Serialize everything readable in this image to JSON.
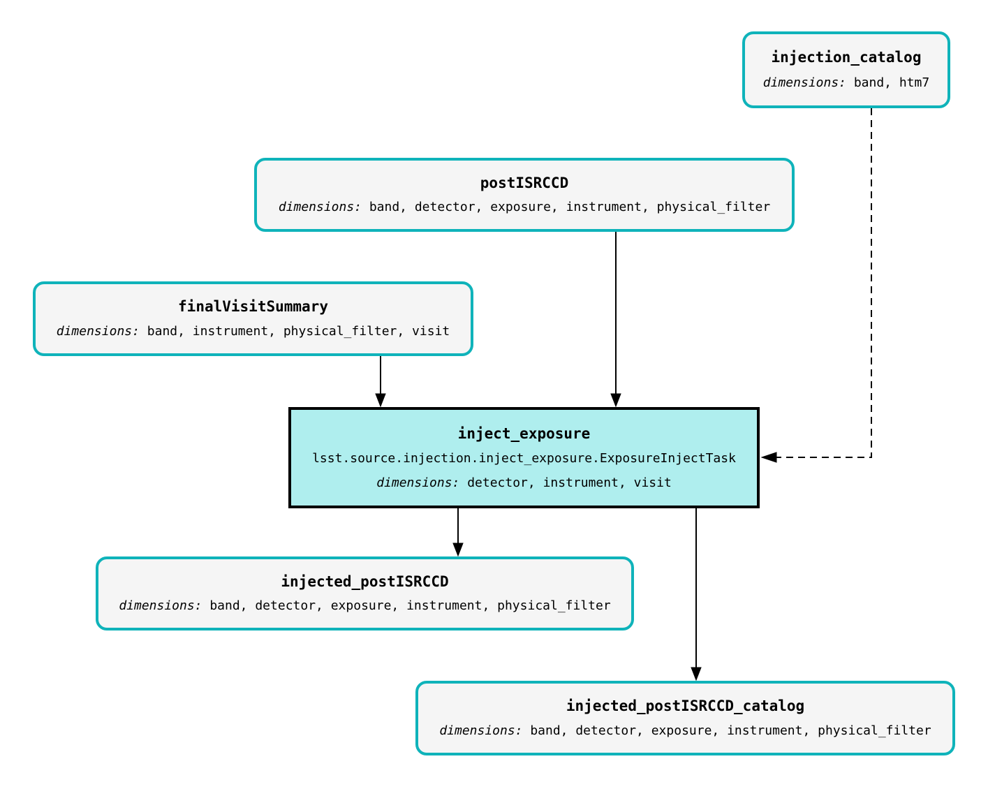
{
  "diagram_type": "pipeline-task-graph",
  "nodes": {
    "injection_catalog": {
      "title": "injection_catalog",
      "dimensions_label": "dimensions:",
      "dimensions": "band, htm7"
    },
    "postISRCCD": {
      "title": "postISRCCD",
      "dimensions_label": "dimensions:",
      "dimensions": "band, detector, exposure, instrument, physical_filter"
    },
    "finalVisitSummary": {
      "title": "finalVisitSummary",
      "dimensions_label": "dimensions:",
      "dimensions": "band, instrument, physical_filter, visit"
    },
    "inject_exposure": {
      "title": "inject_exposure",
      "task_class": "lsst.source.injection.inject_exposure.ExposureInjectTask",
      "dimensions_label": "dimensions:",
      "dimensions": "detector, instrument, visit"
    },
    "injected_postISRCCD": {
      "title": "injected_postISRCCD",
      "dimensions_label": "dimensions:",
      "dimensions": "band, detector, exposure, instrument, physical_filter"
    },
    "injected_postISRCCD_catalog": {
      "title": "injected_postISRCCD_catalog",
      "dimensions_label": "dimensions:",
      "dimensions": "band, detector, exposure, instrument, physical_filter"
    }
  },
  "edges": [
    {
      "from": "postISRCCD",
      "to": "inject_exposure",
      "style": "solid"
    },
    {
      "from": "finalVisitSummary",
      "to": "inject_exposure",
      "style": "solid"
    },
    {
      "from": "injection_catalog",
      "to": "inject_exposure",
      "style": "dashed"
    },
    {
      "from": "inject_exposure",
      "to": "injected_postISRCCD",
      "style": "solid"
    },
    {
      "from": "inject_exposure",
      "to": "injected_postISRCCD_catalog",
      "style": "solid"
    }
  ],
  "colors": {
    "dataset_border": "#0fb3ba",
    "dataset_fill": "#f5f5f5",
    "task_border": "#000000",
    "task_fill": "#afeeee",
    "edge": "#000000"
  }
}
